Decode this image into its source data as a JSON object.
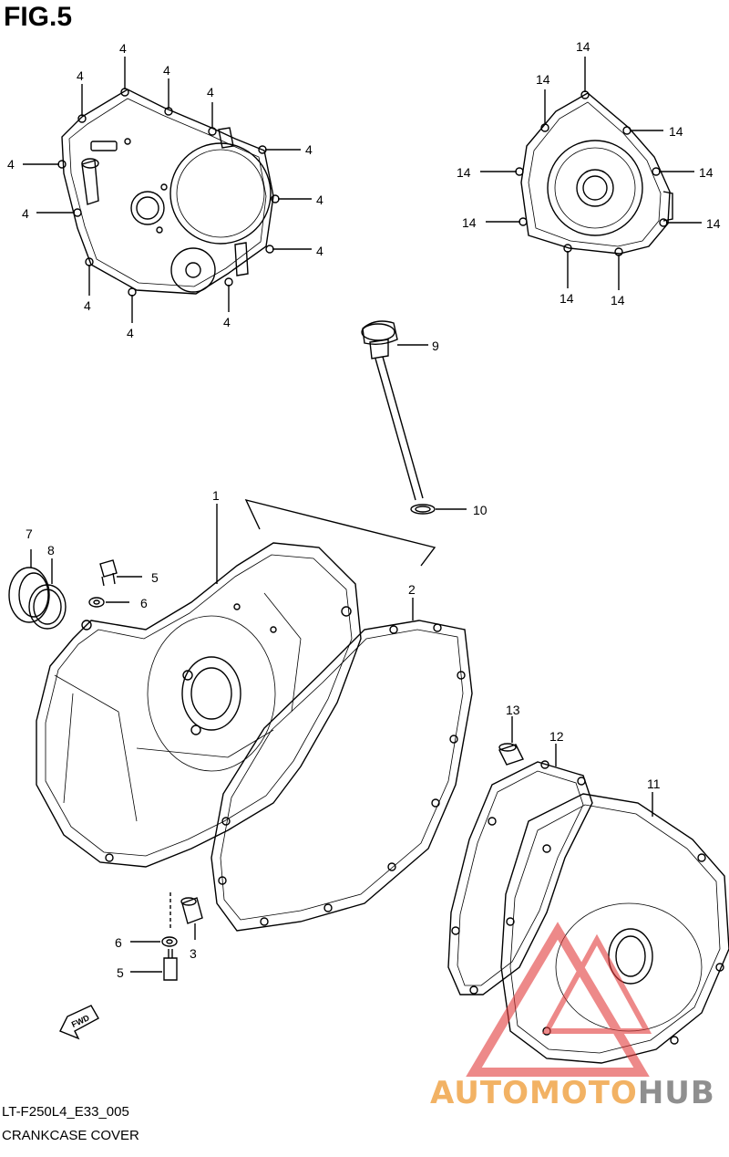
{
  "figure": {
    "title": "FIG.5",
    "model_code": "LT-F250L4_E33_005",
    "caption": "CRANKCASE COVER"
  },
  "callouts": {
    "screw": "4",
    "screw2": "14",
    "p1": "1",
    "p2": "2",
    "p3": "3",
    "p5": "5",
    "p6": "6",
    "p7": "7",
    "p8": "8",
    "p9": "9",
    "p10": "10",
    "p11": "11",
    "p12": "12",
    "p13": "13"
  },
  "fwd_arrow": {
    "label": "FWD"
  },
  "watermark": {
    "part1": "AUTOMOTO",
    "part2": "HUB",
    "color_primary": "#f2b264",
    "color_secondary": "#8f8f8f",
    "triangle_color": "#e23b3b"
  }
}
